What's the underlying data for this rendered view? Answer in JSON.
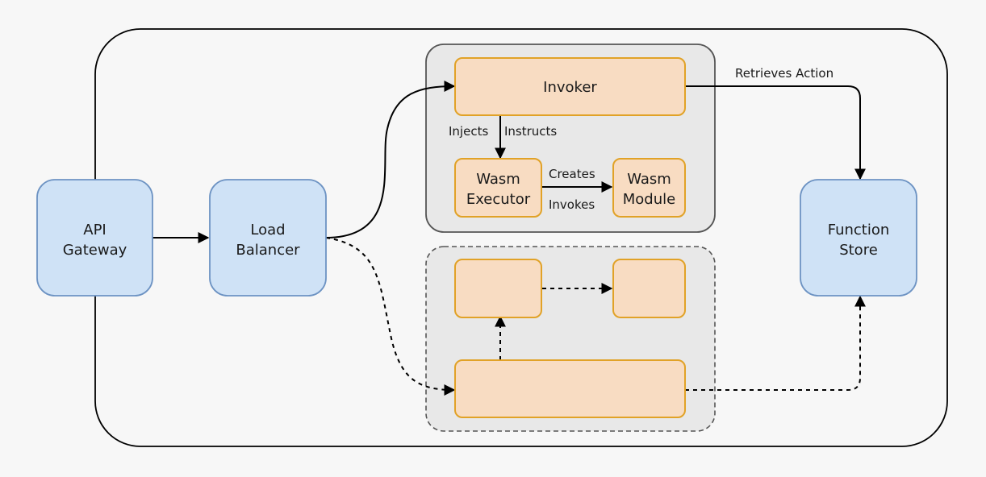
{
  "nodes": {
    "api_gateway": {
      "line1": "API",
      "line2": "Gateway"
    },
    "load_balancer": {
      "line1": "Load",
      "line2": "Balancer"
    },
    "invoker": {
      "label": "Invoker"
    },
    "wasm_executor": {
      "line1": "Wasm",
      "line2": "Executor"
    },
    "wasm_module": {
      "line1": "Wasm",
      "line2": "Module"
    },
    "function_store": {
      "line1": "Function",
      "line2": "Store"
    }
  },
  "edge_labels": {
    "retrieves_action": "Retrieves Action",
    "injects": "Injects",
    "instructs": "Instructs",
    "creates": "Creates",
    "invokes": "Invokes"
  },
  "colors": {
    "service_fill": "#cfe2f6",
    "service_stroke": "#6d93c3",
    "component_fill": "#f8dcc2",
    "component_stroke": "#e1a227",
    "group_fill": "#e8e8e8"
  }
}
